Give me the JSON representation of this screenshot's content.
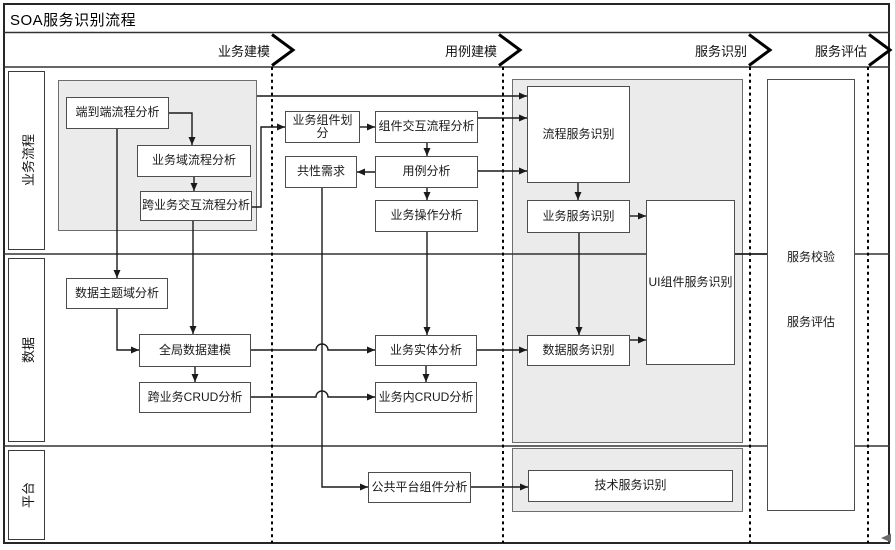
{
  "title": "SOA服务识别流程",
  "phases": [
    {
      "label": "业务建模"
    },
    {
      "label": "用例建模"
    },
    {
      "label": "服务识别"
    },
    {
      "label": "服务评估"
    }
  ],
  "lanes": [
    {
      "label": "业务流程"
    },
    {
      "label": "数据"
    },
    {
      "label": "平台"
    }
  ],
  "nodes": {
    "e2e_flow": {
      "label": "端到端流程分析"
    },
    "domain_flow": {
      "label": "业务域流程分析"
    },
    "cross_flow": {
      "label": "跨业务交互流程分析"
    },
    "comp_split": {
      "label": "业务组件划分"
    },
    "comp_interact": {
      "label": "组件交互流程分析"
    },
    "common_req": {
      "label": "共性需求"
    },
    "usecase": {
      "label": "用例分析"
    },
    "biz_op": {
      "label": "业务操作分析"
    },
    "process_svc": {
      "label": "流程服务识别"
    },
    "biz_svc": {
      "label": "业务服务识别"
    },
    "ui_svc": {
      "label": "UI组件服务识别"
    },
    "svc_check": {
      "label": "服务校验"
    },
    "svc_eval": {
      "label": "服务评估"
    },
    "data_domain": {
      "label": "数据主题域分析"
    },
    "global_data": {
      "label": "全局数据建模"
    },
    "cross_crud": {
      "label": "跨业务CRUD分析"
    },
    "entity": {
      "label": "业务实体分析"
    },
    "inner_crud": {
      "label": "业务内CRUD分析"
    },
    "data_svc": {
      "label": "数据服务识别"
    },
    "platform_comp": {
      "label": "公共平台组件分析"
    },
    "tech_svc": {
      "label": "技术服务识别"
    }
  },
  "colors": {
    "container_fill": "#ebebeb",
    "box_border": "#4d4d4d",
    "connector": "#1a1a1a",
    "frame": "#262626"
  }
}
